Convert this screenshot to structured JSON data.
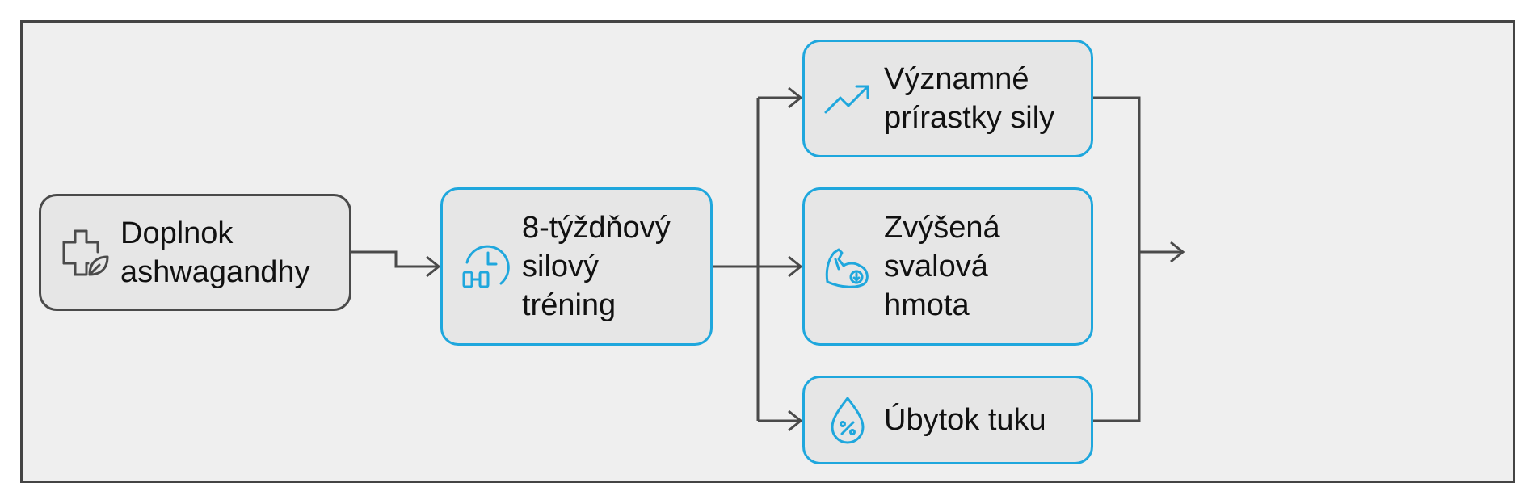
{
  "colors": {
    "background": "#efefef",
    "frame_border": "#444444",
    "node_fill": "#e6e6e6",
    "gray_border": "#4a4a4a",
    "accent": "#1fa7dd",
    "arrow": "#4a4a4a"
  },
  "nodes": {
    "supplement": {
      "label": "Doplnok\nashwagandhy",
      "icon": "medical-cross-leaf-icon"
    },
    "training": {
      "label": "8-týždňový\nsilový\ntréning",
      "icon": "clock-dumbbell-icon"
    },
    "strength": {
      "label": "Významné\nprírastky sily",
      "icon": "trending-up-arrow-icon"
    },
    "muscle": {
      "label": "Zvýšená\nsvalová\nhmota",
      "icon": "flexed-bicep-icon"
    },
    "fat": {
      "label": "Úbytok tuku",
      "icon": "percent-drop-icon"
    }
  }
}
